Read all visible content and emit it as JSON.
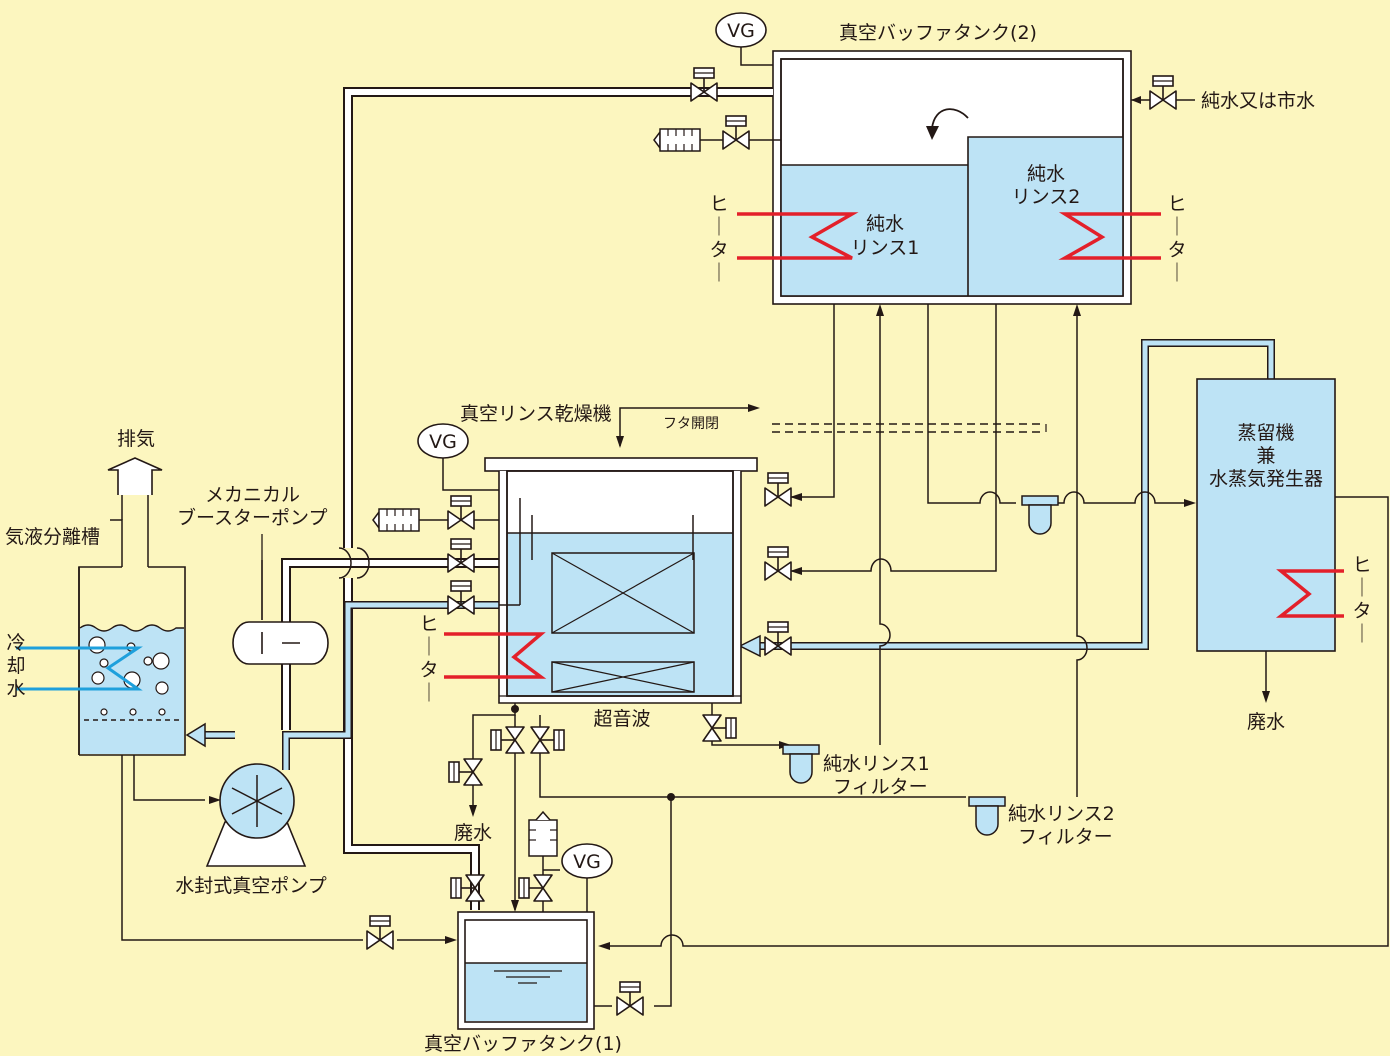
{
  "colors": {
    "background": "#fcf6bf",
    "water": "#bde3f5",
    "heater": "#e3202a",
    "cooling_water": "#1ea0dc",
    "line": "#231815",
    "vapor_pipe": "#ffffff"
  },
  "labels": {
    "vg": "VG",
    "buffer_tank_2": "真空バッファタンク(2)",
    "buffer_tank_1": "真空バッファタンク(1)",
    "pure_or_city_water": "純水又は市水",
    "rinse1_line1": "純水",
    "rinse1_line2": "リンス1",
    "rinse2_line1": "純水",
    "rinse2_line2": "リンス2",
    "heater_chars": [
      "ヒ",
      "｜",
      "タ",
      "｜"
    ],
    "vacuum_rinse_dryer": "真空リンス乾燥機",
    "lid_open_close": "フタ開閉",
    "ultrasonic": "超音波",
    "exhaust": "排気",
    "gas_liquid_separator": "気液分離槽",
    "cooling_water_chars": [
      "冷",
      "却",
      "水"
    ],
    "mechanical_booster_line1": "メカニカル",
    "mechanical_booster_line2": "ブースターポンプ",
    "water_seal_pump": "水封式真空ポンプ",
    "drain": "廃水",
    "distiller_line1": "蒸留機",
    "distiller_line2": "兼",
    "distiller_line3": "水蒸気発生器",
    "rinse1_filter_line1": "純水リンス1",
    "rinse1_filter_line2": "フィルター",
    "rinse2_filter_line1": "純水リンス2",
    "rinse2_filter_line2": "フィルター"
  },
  "icons": [
    "valve-icon",
    "air-cylinder-icon",
    "vacuum-gauge-icon",
    "filter-icon",
    "heater-icon",
    "pump-icon",
    "booster-pump-icon",
    "rotation-arrow-icon"
  ]
}
